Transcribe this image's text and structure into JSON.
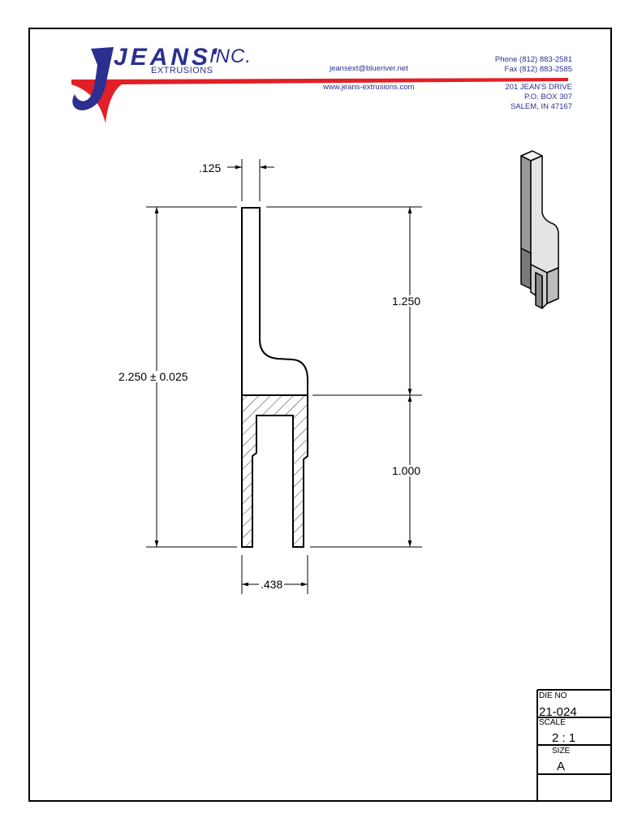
{
  "header": {
    "logo": {
      "name": "JEANS'",
      "suffix": "INC.",
      "subtitle": "EXTRUSIONS",
      "colors": {
        "blue": "#2b2f8f",
        "red": "#e21f26"
      }
    },
    "email": "jeansext@blueriver.net",
    "website": "www.jeans-extrusions.com",
    "phone": "Phone (812) 883-2581",
    "fax": "Fax (812) 883-2585",
    "address_line1": "201 JEAN'S DRIVE",
    "address_line2": "P.O. BOX 307",
    "address_line3": "SALEM, IN 47167"
  },
  "drawing": {
    "dim_thickness": ".125",
    "dim_total_height": "2.250 ± 0.025",
    "dim_upper_height": "1.250",
    "dim_lower_height": "1.000",
    "dim_width": ".438"
  },
  "title_block": {
    "die_no_label": "DIE NO",
    "die_no": "21-024",
    "scale_label": "SCALE",
    "scale": "2 : 1",
    "size_label": "SIZE",
    "size": "A"
  },
  "icons": [
    "logo-swoosh-icon",
    "isometric-part-view-icon"
  ]
}
